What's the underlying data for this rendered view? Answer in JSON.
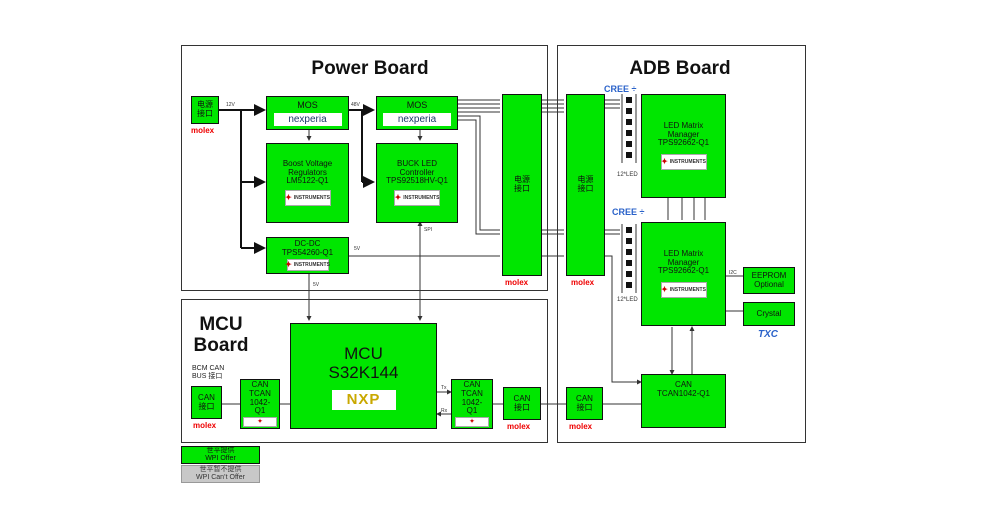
{
  "boards": {
    "power": "Power Board",
    "adb": "ADB Board",
    "mcu_line1": "MCU",
    "mcu_line2": "Board"
  },
  "power_blocks": {
    "power_port_zh_1": "电源",
    "power_port_zh_2": "接口",
    "mos1_label": "MOS",
    "mos2_label": "MOS",
    "boost_1": "Boost Voltage",
    "boost_2": "Regulators",
    "boost_3": "LM5122-Q1",
    "buck_1": "BUCK LED",
    "buck_2": "Controller",
    "buck_3": "TPS92518HV-Q1",
    "dcdc_1": "DC-DC",
    "dcdc_2": "TPS54260-Q1",
    "conn_zh_1": "电源",
    "conn_zh_2": "接口"
  },
  "adb_blocks": {
    "conn_zh_1": "电源",
    "conn_zh_2": "接口",
    "led1_1": "LED Matrix",
    "led1_2": "Manager",
    "led1_3": "TPS92662-Q1",
    "led2_1": "LED Matrix",
    "led2_2": "Manager",
    "led2_3": "TPS92662-Q1",
    "eeprom_1": "EEPROM",
    "eeprom_2": "Optional",
    "crystal": "Crystal",
    "can_1": "CAN",
    "can_2": "TCAN1042-Q1",
    "can_port_1": "CAN",
    "can_port_2": "接口",
    "cree": "CREE",
    "led_count_1": "12*LED",
    "led_count_2": "12*LED",
    "txc": "TXC",
    "i2c": "I2C"
  },
  "mcu_blocks": {
    "mcu_1": "MCU",
    "mcu_2": "S32K144",
    "nxp": "NXP",
    "bus_1": "BCM CAN",
    "bus_2": "BUS 接口",
    "can_port_1": "CAN",
    "can_port_2": "接口",
    "tcan_left_1": "CAN",
    "tcan_left_2": "TCAN",
    "tcan_left_3": "1042-",
    "tcan_left_4": "Q1",
    "tcan_right_1": "CAN",
    "tcan_right_2": "TCAN",
    "tcan_right_3": "1042-",
    "tcan_right_4": "Q1",
    "can_conn_1": "CAN",
    "can_conn_2": "接口",
    "adb_can_port_1": "CAN",
    "adb_can_port_2": "接口"
  },
  "signals": {
    "v12": "12V",
    "v48": "48V",
    "v5a": "5V",
    "v5b": "5V",
    "spi": "SPI",
    "tx": "Tx",
    "rx": "Rx"
  },
  "brands": {
    "nexperia": "nexperia",
    "molex": "molex",
    "texas_1": "TEXAS",
    "texas_2": "INSTRUMENTS"
  },
  "legend": {
    "green_1": "世平提供",
    "green_2": "WPI Offer",
    "gray_1": "世平暂不提供",
    "gray_2": "WPI Can’t Offer"
  },
  "colors": {
    "block_green": "#00e600",
    "legend_gray": "#c8c8c8",
    "molex_red": "#e00000",
    "cree_blue": "#2a62c9"
  }
}
